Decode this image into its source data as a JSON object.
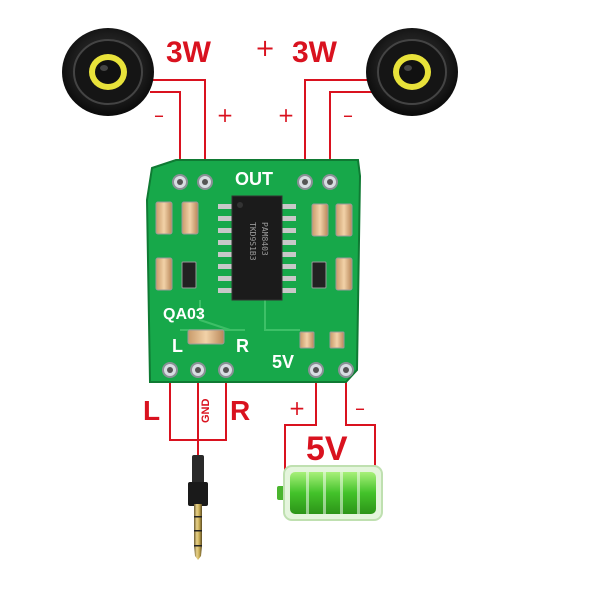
{
  "speakers": {
    "left": {
      "power": "3W",
      "minus": "–",
      "plus": "+"
    },
    "right": {
      "power": "3W",
      "minus": "–",
      "plus": "+"
    },
    "center_plus": "+"
  },
  "board": {
    "out_label": "OUT",
    "model_label": "QA03",
    "l_label": "L",
    "r_label": "R",
    "v5_label": "5V",
    "chip_line1": "PAM8403",
    "chip_line2": "TKD9S1B3"
  },
  "audio_input": {
    "left": "L",
    "gnd": "GND",
    "right": "R"
  },
  "power_input": {
    "plus": "+",
    "minus": "–",
    "voltage": "5V"
  },
  "colors": {
    "wire": "#d9121f",
    "pcb": "#17a84a",
    "battery": "#5fd13d",
    "text": "#d9121f"
  }
}
